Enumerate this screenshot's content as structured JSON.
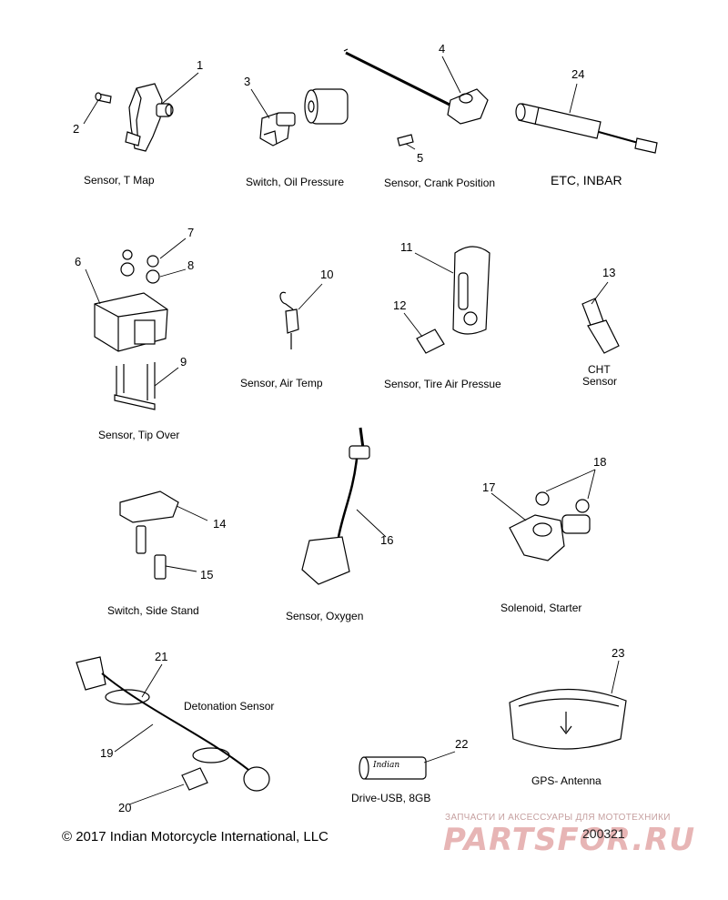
{
  "labels": {
    "sensor_t_map": "Sensor, T Map",
    "switch_oil_pressure": "Switch, Oil Pressure",
    "sensor_crank_position": "Sensor, Crank Position",
    "etc_inbar": "ETC, INBAR",
    "sensor_tip_over": "Sensor, Tip Over",
    "sensor_air_temp": "Sensor, Air Temp",
    "sensor_tire_air_pressure": "Sensor, Tire Air Pressue",
    "cht_sensor_line1": "CHT",
    "cht_sensor_line2": "Sensor",
    "switch_side_stand": "Switch, Side Stand",
    "sensor_oxygen": "Sensor, Oxygen",
    "solenoid_starter": "Solenoid, Starter",
    "detonation_sensor": "Detonation Sensor",
    "drive_usb": "Drive-USB, 8GB",
    "gps_antenna": "GPS- Antenna"
  },
  "callouts": [
    "1",
    "2",
    "3",
    "4",
    "5",
    "6",
    "7",
    "8",
    "9",
    "10",
    "11",
    "12",
    "13",
    "14",
    "15",
    "16",
    "17",
    "18",
    "19",
    "20",
    "21",
    "22",
    "23",
    "24"
  ],
  "footer": {
    "copyright": "© 2017 Indian Motorcycle International, LLC",
    "figure_id": "200321"
  },
  "watermark": {
    "tagline": "ЗАПЧАСТИ И АКСЕССУАРЫ ДЛЯ МОТОТЕХНИКИ",
    "logo": "PARTSFOR.RU"
  },
  "usb_brand": "Indian"
}
